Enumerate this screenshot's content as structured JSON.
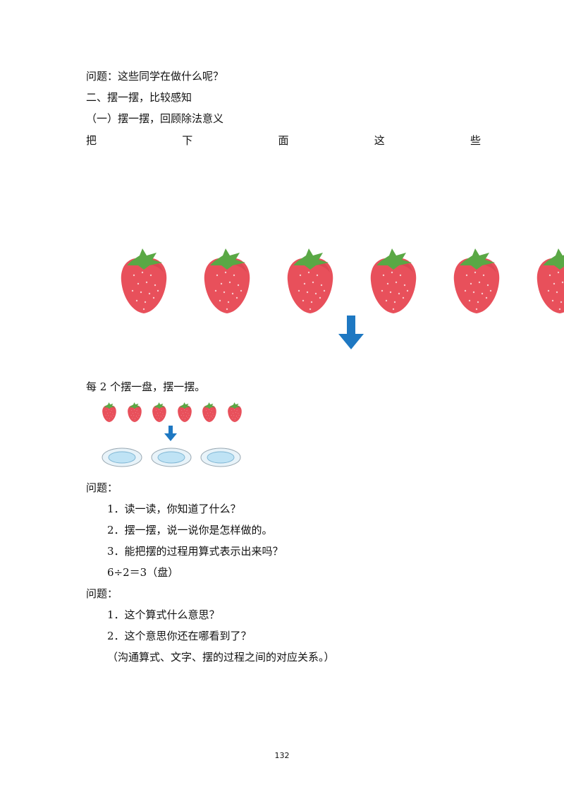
{
  "lines": {
    "q1": "问题：这些同学在做什么呢？",
    "section2": "二、摆一摆，比较感知",
    "sub1": "（一）摆一摆，回顾除法意义",
    "instruction": "每 2 个摆一盘，摆一摆。",
    "q_label1": "问题：",
    "q1_1": "1．读一读，你知道了什么？",
    "q1_2": "2．摆一摆，说一说你是怎样做的。",
    "q1_3": "3．能把摆的过程用算式表示出来吗？",
    "equation": "6÷2＝3（盘）",
    "q_label2": "问题：",
    "q2_1": "1．这个算式什么意思？",
    "q2_2": "2．这个意思你还在哪看到了？",
    "note": "（沟通算式、文字、摆的过程之间的对应关系。）"
  },
  "spread_chars": [
    "把",
    "下",
    "面",
    "这",
    "些"
  ],
  "page_number": "132",
  "illustration": {
    "large_strawberries": 6,
    "small_strawberries": 6,
    "plates": 3,
    "icons": [
      "strawberry-icon",
      "down-arrow-icon",
      "plate-icon"
    ]
  },
  "colors": {
    "strawberry": "#e8505b",
    "leaf": "#5aa845",
    "arrow": "#1e78c2",
    "plate": "#bfe3f5"
  }
}
